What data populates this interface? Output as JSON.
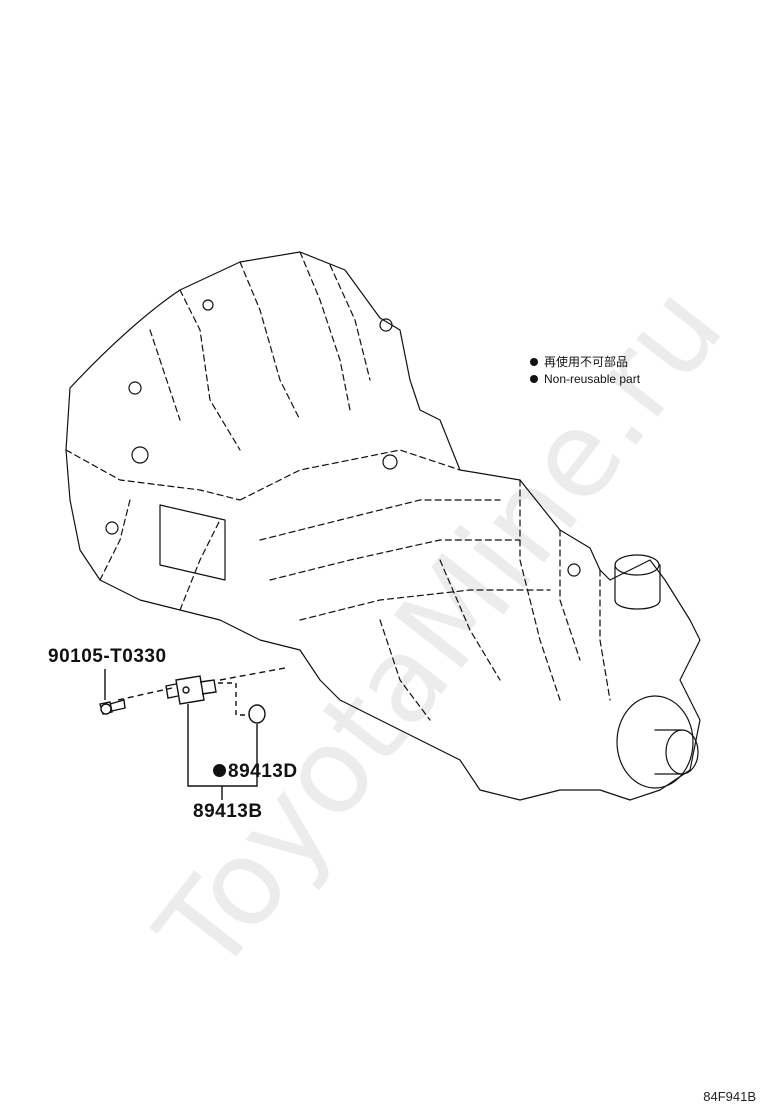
{
  "legend": {
    "items": [
      {
        "symbol": "dot",
        "label": "再使用不可部品"
      },
      {
        "symbol": "dot",
        "label": "Non-reusable part"
      }
    ]
  },
  "parts": {
    "bolt": {
      "number": "90105-T0330"
    },
    "o_ring": {
      "number": "89413D",
      "non_reusable": true
    },
    "sensor": {
      "number": "89413B"
    }
  },
  "watermark": {
    "text": "ToyotaMine.ru"
  },
  "figure_code": "84F941B"
}
